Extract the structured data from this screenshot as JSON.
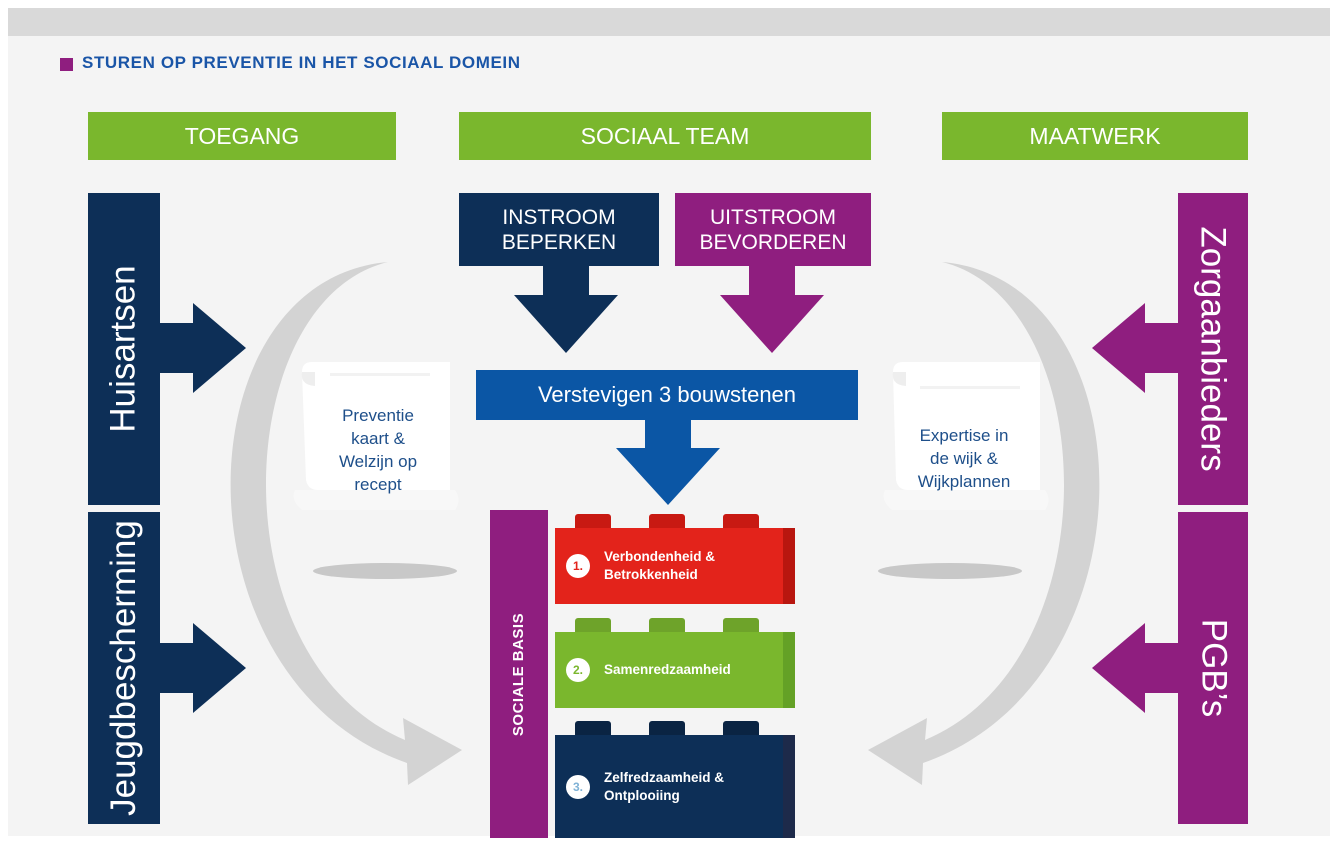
{
  "title": "STUREN OP PREVENTIE IN HET SOCIAAL DOMEIN",
  "headers": {
    "toegang": "TOEGANG",
    "sociaal_team": "SOCIAAL TEAM",
    "maatwerk": "MAATWERK"
  },
  "left_bars": {
    "huisartsen": "Huisartsen",
    "jeugdbescherming": "Jeugdbescherming"
  },
  "right_bars": {
    "zorgaanbieders": "Zorgaanbieders",
    "pgbs": "PGB’s"
  },
  "instroom": {
    "line1": "INSTROOM",
    "line2": "BEPERKEN"
  },
  "uitstroom": {
    "line1": "UITSTROOM",
    "line2": "BEVORDEREN"
  },
  "verstevigen": "Verstevigen 3 bouwstenen",
  "left_scroll": {
    "line1": "Preventie",
    "line2": "kaart &",
    "line3": "Welzijn op",
    "line4": "recept"
  },
  "right_scroll": {
    "line1": "Expertise in",
    "line2": "de wijk &",
    "line3": "Wijkplannen"
  },
  "sociale_basis": "SOCIALE BASIS",
  "bricks": [
    {
      "num": "1.",
      "line1": "Verbondenheid &",
      "line2": "Betrokkenheid"
    },
    {
      "num": "2.",
      "line1": "Samenredzaamheid",
      "line2": ""
    },
    {
      "num": "3.",
      "line1": "Zelfredzaamheid &",
      "line2": "Ontplooiing"
    }
  ],
  "colors": {
    "green": "#7ab72d",
    "navy": "#0d2f57",
    "purple": "#8f1e7f",
    "blue": "#0b56a5",
    "red": "#e3231b",
    "title_blue": "#1a55a7",
    "gray_arrow": "#d3d3d3"
  }
}
